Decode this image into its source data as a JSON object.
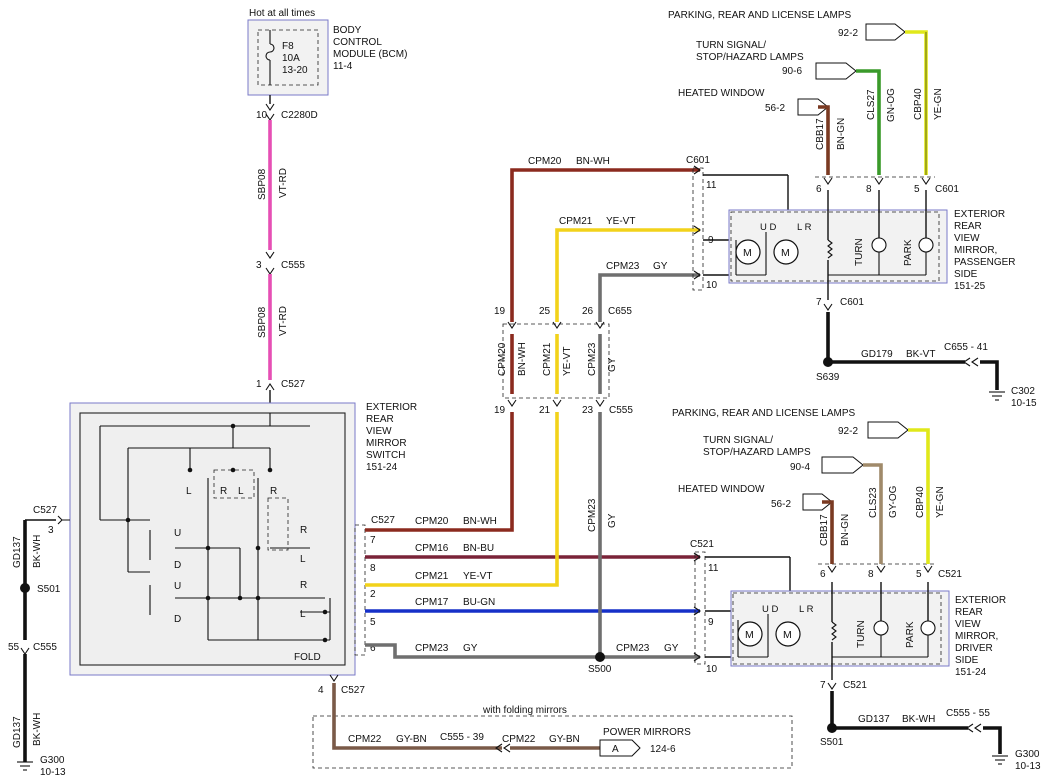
{
  "fuse": {
    "top_label": "Hot at all times",
    "id": "F8",
    "rating": "10A",
    "page": "13-20",
    "module": [
      "BODY",
      "CONTROL",
      "MODULE (BCM)",
      "11-4"
    ]
  },
  "connectors": {
    "c2280d": {
      "pin": "10",
      "name": "C2280D"
    },
    "c555_upper": {
      "pin": "3",
      "name": "C555"
    },
    "c527_top": {
      "pin": "1",
      "name": "C527"
    },
    "c527_left": {
      "pin": "3",
      "name": "C527"
    },
    "c555_left": {
      "pin": "55",
      "name": "C555"
    },
    "c527_bottom": {
      "pin": "4",
      "name": "C527"
    },
    "c655_top": {
      "name": "C655",
      "pins": [
        "19",
        "25",
        "26"
      ]
    },
    "c555_mid": {
      "name": "C555",
      "pins": [
        "19",
        "21",
        "23"
      ]
    },
    "c601_top": {
      "pin": "11",
      "name": "C601"
    },
    "c601_right": {
      "name": "C601",
      "pins": [
        "6",
        "8",
        "5"
      ]
    },
    "c601_ground": {
      "pin": "7",
      "name": "C601"
    },
    "c521_top": {
      "pin": "11",
      "name": "C521"
    },
    "c521_right": {
      "name": "C521",
      "pins": [
        "6",
        "8",
        "5"
      ]
    },
    "c521_ground": {
      "pin": "7",
      "name": "C521"
    }
  },
  "wires": {
    "bcm_feed_1": {
      "circuit": "SBP08",
      "color": "VT-RD"
    },
    "bcm_feed_2": {
      "circuit": "SBP08",
      "color": "VT-RD"
    },
    "left_ground_1": {
      "circuit": "GD137",
      "color": "BK-WH"
    },
    "left_ground_2": {
      "circuit": "GD137",
      "color": "BK-WH"
    },
    "pass_cpm20": {
      "circuit": "CPM20",
      "color": "BN-WH"
    },
    "pass_cpm21": {
      "circuit": "CPM21",
      "color": "YE-VT"
    },
    "pass_cpm23": {
      "circuit": "CPM23",
      "color": "GY"
    },
    "mid_cpm20": {
      "circuit": "CPM20",
      "color": "BN-WH"
    },
    "mid_cpm21": {
      "circuit": "CPM21",
      "color": "YE-VT"
    },
    "mid_cpm23": {
      "circuit": "CPM23",
      "color": "GY"
    },
    "drop_cpm23": {
      "circuit": "CPM23",
      "color": "GY"
    },
    "sw_cpm20": {
      "circuit": "CPM20",
      "color": "BN-WH"
    },
    "sw_cpm16": {
      "circuit": "CPM16",
      "color": "BN-BU"
    },
    "sw_cpm21": {
      "circuit": "CPM21",
      "color": "YE-VT"
    },
    "sw_cpm17": {
      "circuit": "CPM17",
      "color": "BU-GN"
    },
    "sw_cpm23": {
      "circuit": "CPM23",
      "color": "GY"
    },
    "s500_cpm23": {
      "circuit": "CPM23",
      "color": "GY"
    },
    "fold_cpm22_a": {
      "circuit": "CPM22",
      "color": "GY-BN"
    },
    "fold_cpm22_b": {
      "circuit": "CPM22",
      "color": "GY-BN"
    },
    "pass_cbb17": {
      "circuit": "CBB17",
      "color": "BN-GN"
    },
    "pass_cls27": {
      "circuit": "CLS27",
      "color": "GN-OG"
    },
    "pass_cbp40": {
      "circuit": "CBP40",
      "color": "YE-GN"
    },
    "drv_cbb17": {
      "circuit": "CBB17",
      "color": "BN-GN"
    },
    "drv_cls23": {
      "circuit": "CLS23",
      "color": "GY-OG"
    },
    "drv_cbp40": {
      "circuit": "CBP40",
      "color": "YE-GN"
    },
    "pass_ground": {
      "circuit": "GD179",
      "color": "BK-VT"
    },
    "drv_ground": {
      "circuit": "GD137",
      "color": "BK-WH"
    }
  },
  "splices": {
    "s501_left": "S501",
    "s500": "S500",
    "s639": "S639",
    "s501_right": "S501"
  },
  "grounds": {
    "g300_left": [
      "G300",
      "10-13"
    ],
    "c302": [
      "C302",
      "10-15"
    ],
    "g300_right": [
      "G300",
      "10-13"
    ]
  },
  "ground_refs": {
    "pass": "C655 - 41",
    "drv": "C555 - 55"
  },
  "switch": {
    "title": [
      "EXTERIOR",
      "REAR",
      "VIEW",
      "MIRROR",
      "SWITCH",
      "151-24"
    ],
    "fold_label": "FOLD",
    "pins": [
      "7",
      "8",
      "2",
      "5",
      "6"
    ],
    "contact_labels": [
      "L",
      "R",
      "L",
      "R",
      "U",
      "D",
      "U",
      "D",
      "R",
      "L",
      "R",
      "L"
    ],
    "connector_label": "C527"
  },
  "passenger_mirror": {
    "title": [
      "EXTERIOR",
      "REAR",
      "VIEW",
      "MIRROR,",
      "PASSENGER",
      "SIDE",
      "151-25"
    ],
    "motor_label": "M",
    "ud": "U D",
    "lr": "L R",
    "turn": "TURN",
    "park": "PARK",
    "pins_left": [
      "9",
      "10"
    ]
  },
  "driver_mirror": {
    "title": [
      "EXTERIOR",
      "REAR",
      "VIEW",
      "MIRROR,",
      "DRIVER",
      "SIDE",
      "151-24"
    ],
    "motor_label": "M",
    "ud": "U D",
    "lr": "L R",
    "turn": "TURN",
    "park": "PARK",
    "pins_left": [
      "9",
      "10"
    ]
  },
  "upper_refs": {
    "parking": {
      "label": "PARKING, REAR AND LICENSE LAMPS",
      "ref": "92-2"
    },
    "turn": {
      "label": [
        "TURN SIGNAL/",
        "STOP/HAZARD LAMPS"
      ],
      "ref": "90-6"
    },
    "heated": {
      "label": "HEATED WINDOW",
      "ref": "56-2"
    }
  },
  "lower_refs": {
    "parking": {
      "label": "PARKING, REAR AND LICENSE LAMPS",
      "ref": "92-2"
    },
    "turn": {
      "label": [
        "TURN SIGNAL/",
        "STOP/HAZARD LAMPS"
      ],
      "ref": "90-4"
    },
    "heated": {
      "label": "HEATED WINDOW",
      "ref": "56-2"
    }
  },
  "folding": {
    "title": "with folding mirrors",
    "ref": "C555 - 39",
    "module": "POWER MIRRORS",
    "module_pin": "A",
    "module_page": "124-6"
  },
  "wire_colors": {
    "vt_rd": "#e64fb4",
    "bn_wh": "#8b2a1e",
    "ye_vt": "#f2d21a",
    "gy": "#6f6f6f",
    "bn_bu": "#7a2338",
    "bu_gn": "#1630c8",
    "gy_bn": "#7a5a48",
    "bn_gn": "#7a3a22",
    "gn_og": "#3a9a2a",
    "gy_og": "#a08a6a",
    "ye_gn": "#e0e81a",
    "bk": "#111111"
  }
}
